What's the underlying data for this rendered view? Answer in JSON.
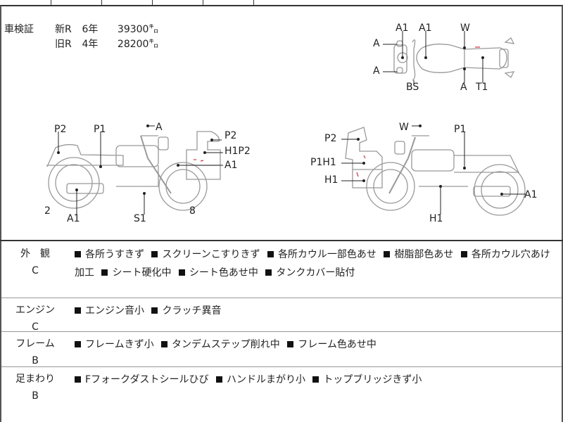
{
  "shaken": {
    "label": "車検証",
    "rows": [
      {
        "type": "新R",
        "years": "6年",
        "km": "39300㌔"
      },
      {
        "type": "旧R",
        "years": "4年",
        "km": "28200㌔"
      }
    ]
  },
  "diagrams": {
    "top_view": {
      "labels": [
        "A1",
        "A1",
        "W",
        "A",
        "A",
        "BS",
        "A",
        "T1"
      ]
    },
    "left_side": {
      "labels": [
        "P2",
        "P1",
        "A",
        "P2",
        "H1P2",
        "A1",
        "2",
        "A1",
        "S1",
        "8"
      ]
    },
    "right_side": {
      "labels": [
        "W",
        "P1",
        "P2",
        "P1H1",
        "H1",
        "A1",
        "H1"
      ]
    }
  },
  "sections": [
    {
      "category": "外　観",
      "grade": "C",
      "items": [
        "各所うすきず",
        "スクリーンこすりきず",
        "各所カウル一部色あせ",
        "樹脂部色あせ",
        "各所カウル穴あけ加工",
        "シート硬化中",
        "シート色あせ中",
        "タンクカバー貼付"
      ]
    },
    {
      "category": "エンジン",
      "grade": "C",
      "items": [
        "エンジン音小",
        "クラッチ異音"
      ]
    },
    {
      "category": "フレーム",
      "grade": "B",
      "items": [
        "フレームきず小",
        "タンデムステップ削れ中",
        "フレーム色あせ中"
      ]
    },
    {
      "category": "足まわり",
      "grade": "B",
      "items": [
        "Fフォークダストシールひび",
        "ハンドルまがり小",
        "トップブリッジきず小"
      ]
    }
  ],
  "colors": {
    "line": "#333333",
    "drawing": "#999999",
    "damage_mark": "#cc3344"
  }
}
